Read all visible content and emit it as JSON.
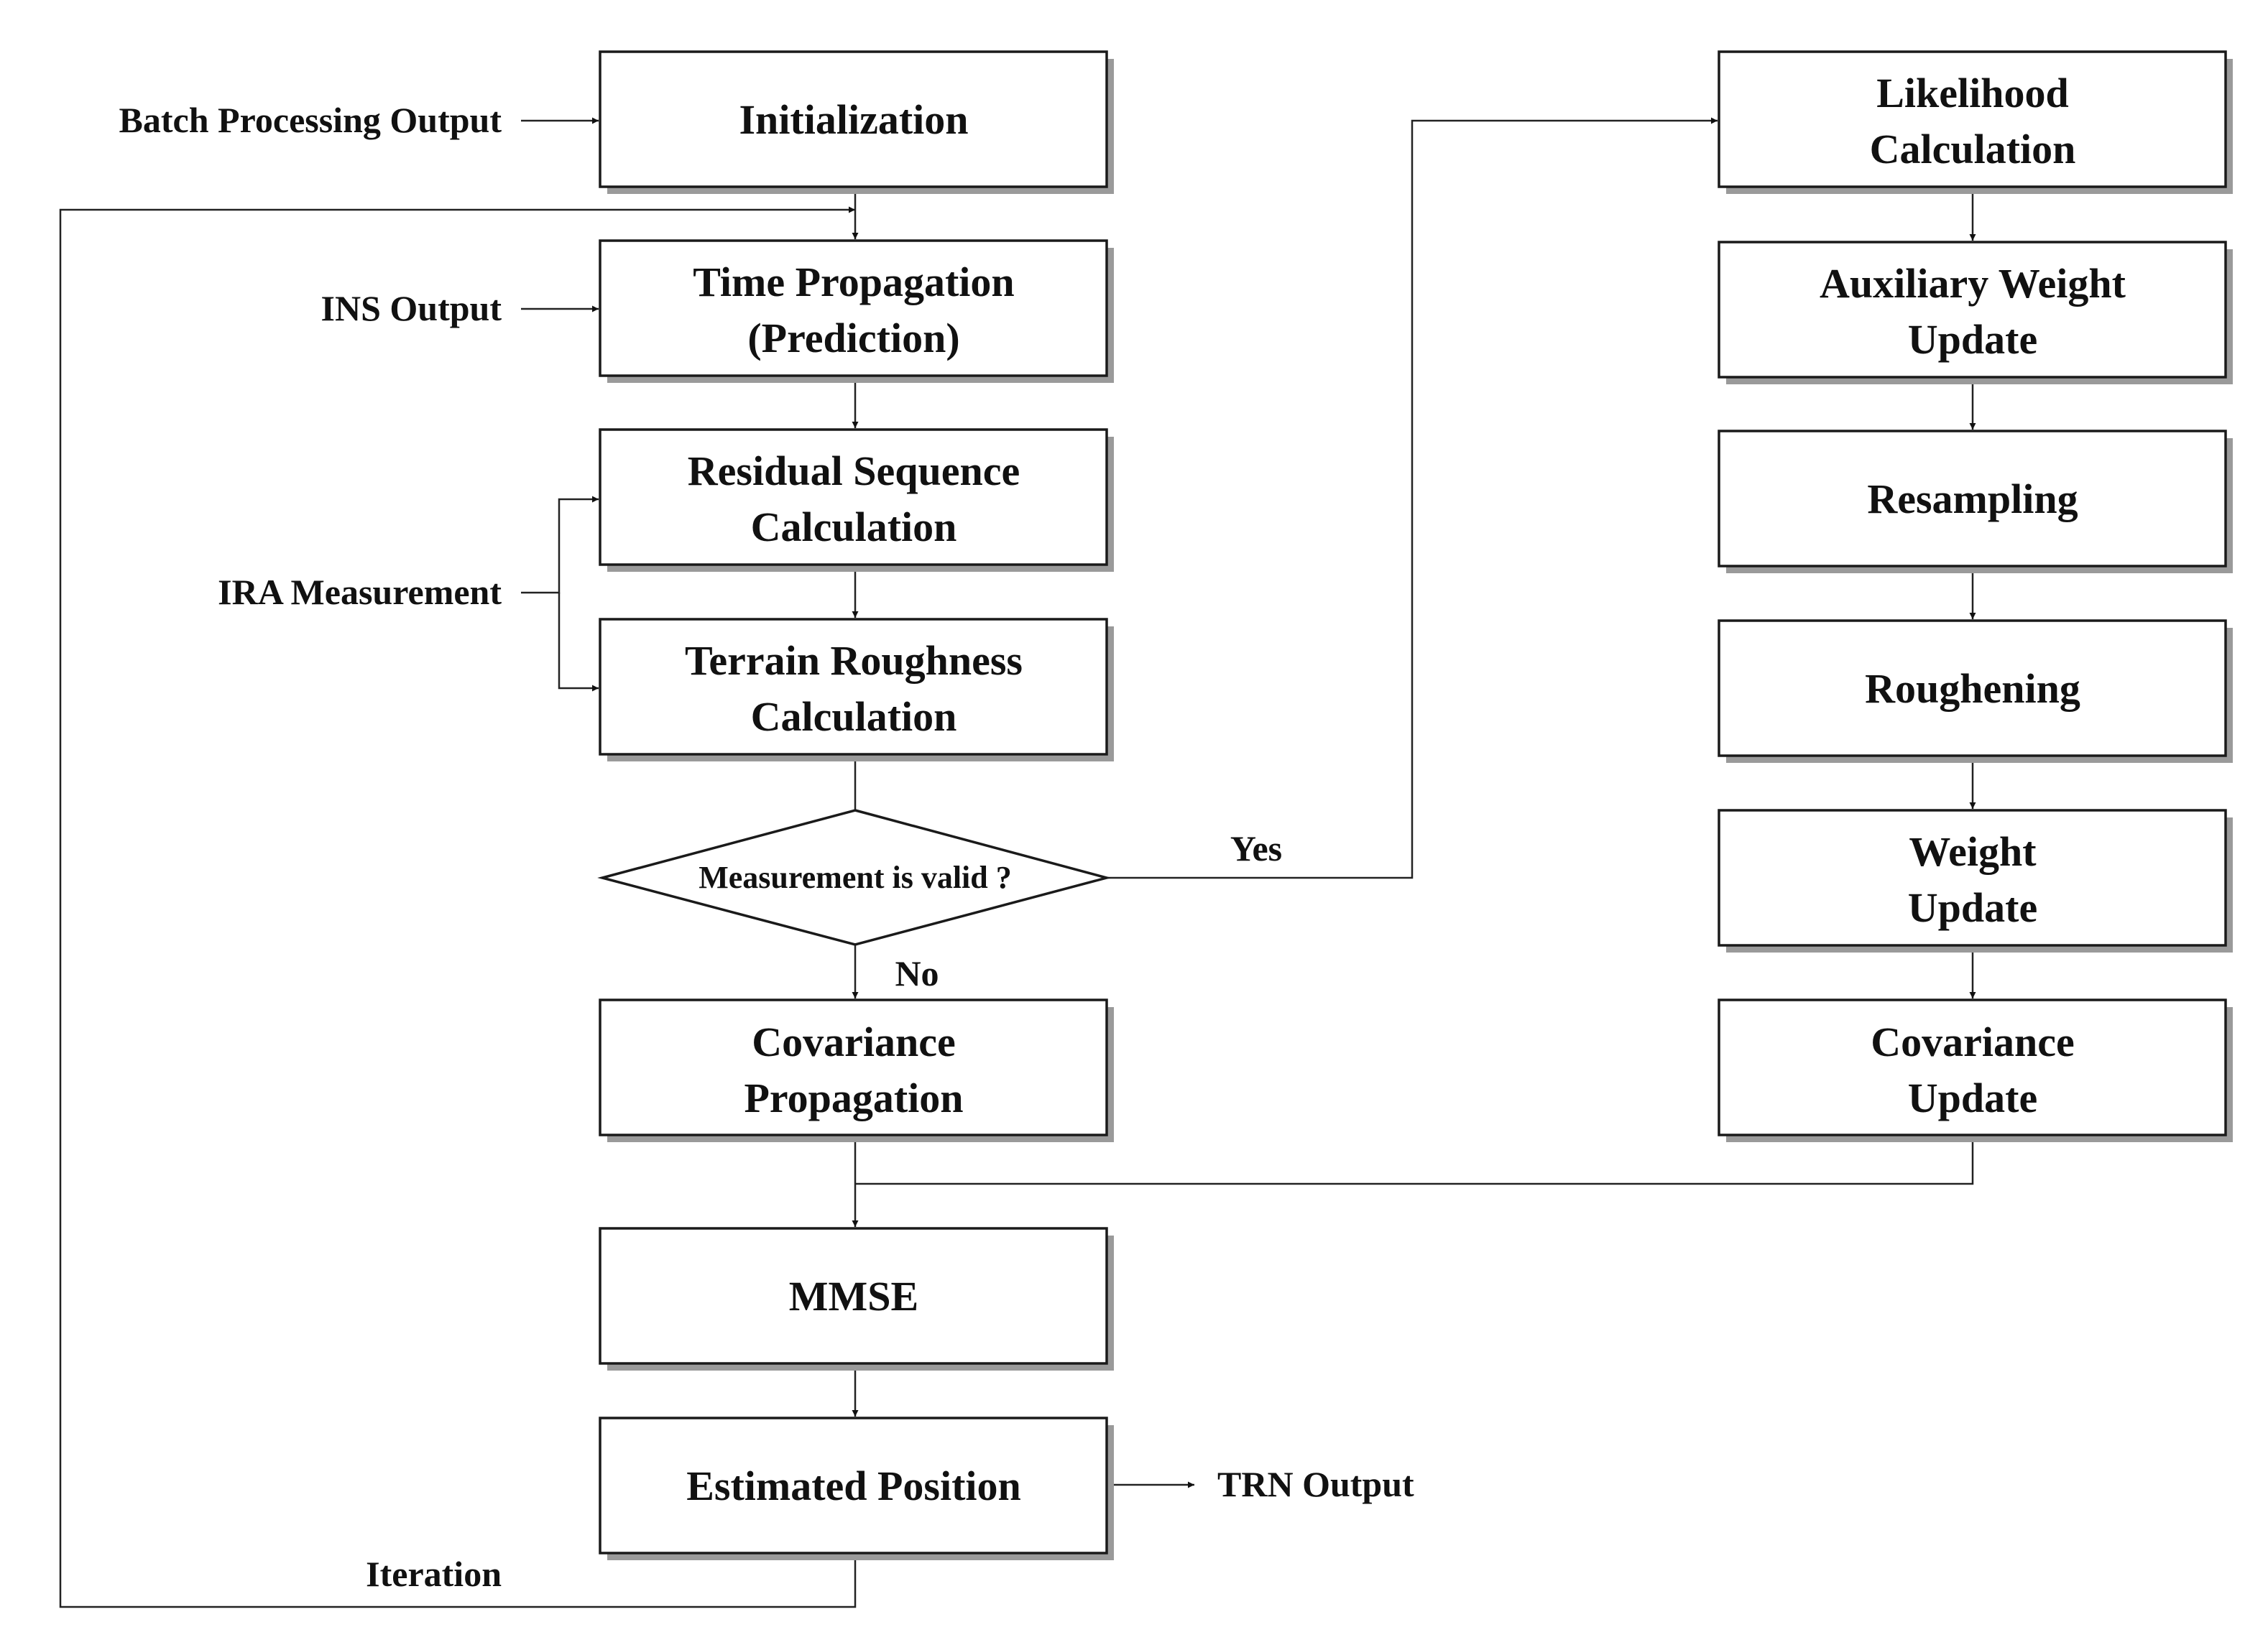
{
  "inputs": {
    "batch_processing": "Batch Processing Output",
    "ins": "INS Output",
    "ira": "IRA Measurement"
  },
  "left_column": {
    "initialization": [
      "Initialization"
    ],
    "time_propagation": [
      "Time Propagation",
      "(Prediction)"
    ],
    "residual_sequence": [
      "Residual Sequence",
      "Calculation"
    ],
    "terrain_roughness": [
      "Terrain Roughness",
      "Calculation"
    ],
    "decision": "Measurement is valid ?",
    "covariance_propagation": [
      "Covariance",
      "Propagation"
    ],
    "mmse": [
      "MMSE"
    ],
    "estimated_position": [
      "Estimated Position"
    ]
  },
  "right_column": {
    "likelihood": [
      "Likelihood",
      "Calculation"
    ],
    "auxiliary_weight": [
      "Auxiliary Weight",
      "Update"
    ],
    "resampling": [
      "Resampling"
    ],
    "roughening": [
      "Roughening"
    ],
    "weight_update": [
      "Weight",
      "Update"
    ],
    "covariance_update": [
      "Covariance",
      "Update"
    ]
  },
  "branch_labels": {
    "yes": "Yes",
    "no": "No"
  },
  "outputs": {
    "trn": "TRN Output",
    "iteration": "Iteration"
  }
}
